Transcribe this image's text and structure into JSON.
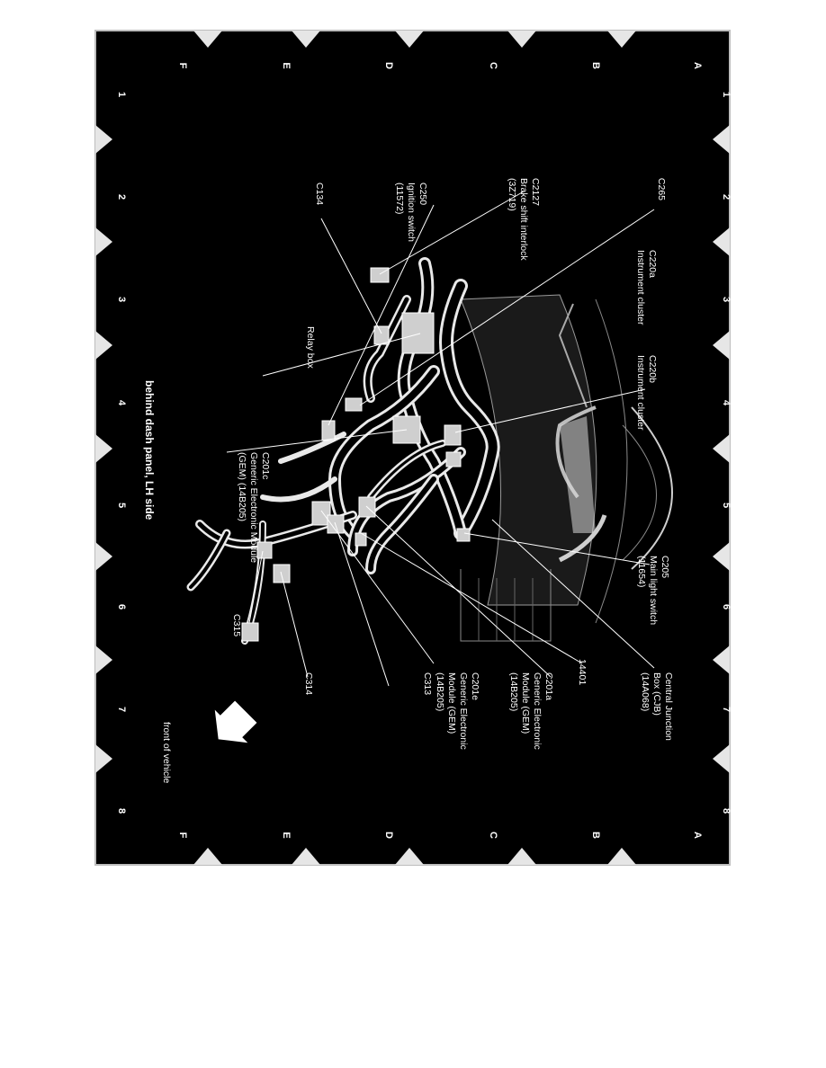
{
  "diagram": {
    "title": "behind dash panel, LH side",
    "direction_label": "front of vehicle",
    "grid_rows": [
      "A",
      "B",
      "C",
      "D",
      "E",
      "F"
    ],
    "grid_cols": [
      "1",
      "2",
      "3",
      "4",
      "5",
      "6",
      "7",
      "8"
    ],
    "callouts": [
      {
        "id": "c265",
        "lines": [
          "C265"
        ]
      },
      {
        "id": "c220a",
        "lines": [
          "C220a",
          "Instrument cluster"
        ]
      },
      {
        "id": "c220b",
        "lines": [
          "C220b",
          "Instrument cluster"
        ]
      },
      {
        "id": "c205",
        "lines": [
          "C205",
          "Main light switch",
          "(11654)"
        ]
      },
      {
        "id": "cjb",
        "lines": [
          "Central Junction",
          "Box (CJB)",
          "(14A068)"
        ]
      },
      {
        "id": "c14401",
        "lines": [
          "14401"
        ]
      },
      {
        "id": "c201a",
        "lines": [
          "C201a",
          "Generic Electronic",
          "Module (GEM)",
          "(14B205)"
        ]
      },
      {
        "id": "c313",
        "lines": [
          "C313"
        ]
      },
      {
        "id": "c201e",
        "lines": [
          "C201e",
          "Generic Electronic",
          "Module (GEM)",
          "(14B205)"
        ]
      },
      {
        "id": "c314",
        "lines": [
          "C314"
        ]
      },
      {
        "id": "c315",
        "lines": [
          "C315"
        ]
      },
      {
        "id": "c201c",
        "lines": [
          "C201c",
          "Generic Electronic Module",
          "(GEM) (14B205)"
        ]
      },
      {
        "id": "relay",
        "lines": [
          "Relay box"
        ]
      },
      {
        "id": "c134",
        "lines": [
          "C134"
        ]
      },
      {
        "id": "c250",
        "lines": [
          "C250",
          "Ignition switch",
          "(11572)"
        ]
      },
      {
        "id": "c2127",
        "lines": [
          "C2127",
          "Brake shift interlock",
          "(3Z719)"
        ]
      }
    ]
  }
}
